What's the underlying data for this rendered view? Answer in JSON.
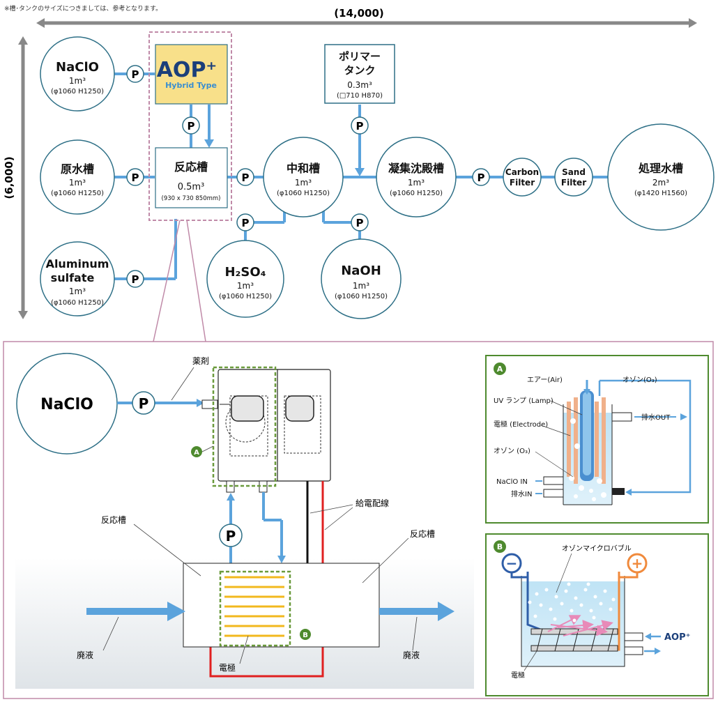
{
  "note": "※槽･タンクのサイズにつきましては、参考となります。",
  "dims": {
    "width": "(14,000)",
    "height": "(6,000)"
  },
  "pump_label": "P",
  "tanks": {
    "naclo_top": {
      "name": "NaClO",
      "vol": "1m³",
      "size": "(φ1060 H1250)"
    },
    "raw": {
      "name": "原水槽",
      "vol": "1m³",
      "size": "(φ1060 H1250)"
    },
    "alum": {
      "name1": "Aluminum",
      "name2": "sulfate",
      "vol": "1m³",
      "size": "(φ1060 H1250)"
    },
    "reaction": {
      "name": "反応槽",
      "vol": "0.5m³",
      "size": "(930 x 730 850mm)"
    },
    "neutral": {
      "name": "中和槽",
      "vol": "1m³",
      "size": "(φ1060 H1250)"
    },
    "h2so4": {
      "name": "H₂SO₄",
      "vol": "1m³",
      "size": "(φ1060 H1250)"
    },
    "naoh": {
      "name": "NaOH",
      "vol": "1m³",
      "size": "(φ1060 H1250)"
    },
    "polymer": {
      "name1": "ポリマー",
      "name2": "タンク",
      "vol": "0.3m³",
      "size": "(□710 H870)"
    },
    "coag": {
      "name": "凝集沈殿槽",
      "vol": "1m³",
      "size": "(φ1060 H1250)"
    },
    "carbon": {
      "name1": "Carbon",
      "name2": "Filter"
    },
    "sand": {
      "name1": "Sand",
      "name2": "Filter"
    },
    "treated": {
      "name": "処理水槽",
      "vol": "2m³",
      "size": "(φ1420 H1560)"
    }
  },
  "aop": {
    "title": "AOP⁺",
    "subtitle": "Hybrid Type"
  },
  "detail": {
    "naclo": "NaClO",
    "chemical": "薬剤",
    "power_wire": "給電配線",
    "reaction_left": "反応槽",
    "reaction_right": "反応槽",
    "waste_left": "廃液",
    "waste_right": "廃液",
    "electrode": "電極",
    "marker_a": "A",
    "marker_b": "B"
  },
  "panel_a": {
    "marker": "A",
    "air": "エアー(Air)",
    "ozone_top": "オゾン(O₃)",
    "uv": "UV ランプ (Lamp)",
    "electrode": "電極 (Electrode)",
    "ozone": "オゾン (O₃)",
    "naclo_in": "NaClO IN",
    "drain_in": "排水IN",
    "drain_out": "排水OUT"
  },
  "panel_b": {
    "marker": "B",
    "micro": "オゾンマイクロバブル",
    "aop": "AOP⁺",
    "electrode": "電極",
    "minus": "−",
    "plus": "+"
  },
  "colors": {
    "pipe": "#5ba3dc",
    "circle": "#2d6f86",
    "aop_box": "#f8e08a",
    "dash_pink": "#c08aa8",
    "green": "#4e8a2e",
    "red": "#e02020",
    "orange": "#f08a3c",
    "blue_electrode": "#2f5ea8"
  }
}
